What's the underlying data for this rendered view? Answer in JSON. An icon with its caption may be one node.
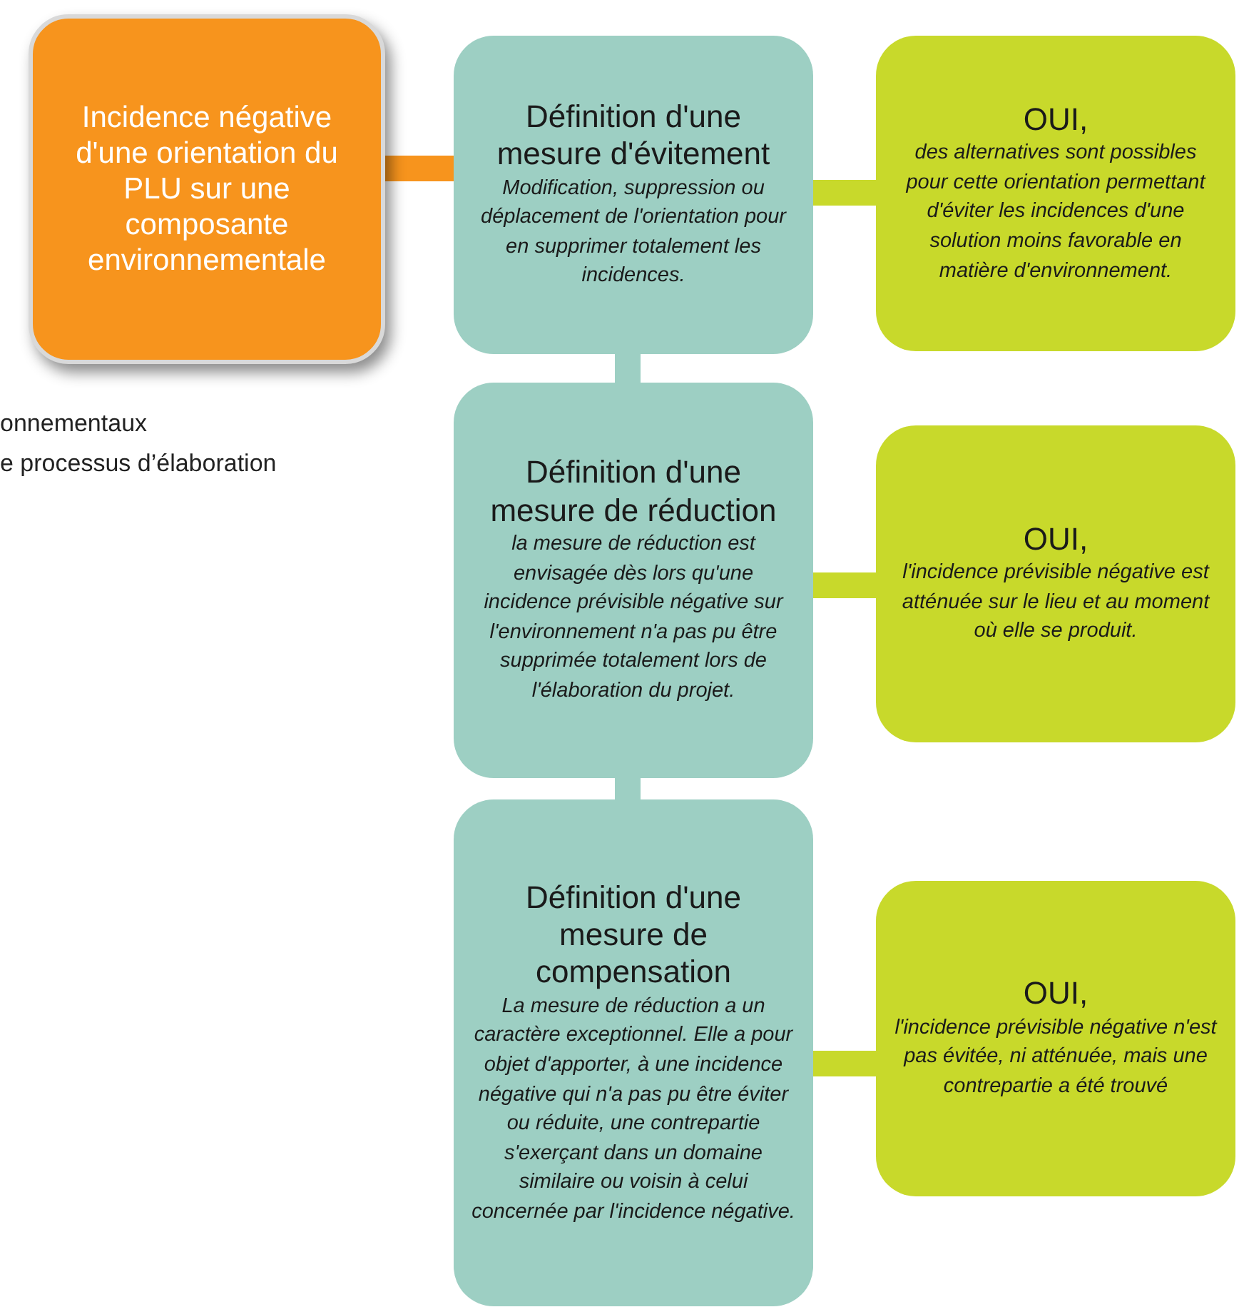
{
  "diagram": {
    "nodes": [
      {
        "text": [
          "Incidence négative d'une orientation du PLU sur une composante environnementale"
        ]
      },
      {
        "text": [
          "Définition d'une mesure d'évitement",
          "Modification, suppression ou déplacement de l'orientation pour en supprimer totalement les incidences."
        ]
      },
      {
        "text": [
          "OUI,",
          "des alternatives sont possibles pour cette orientation permettant d'éviter les incidences d'une solution moins favorable en matière d'environnement."
        ]
      },
      {
        "text": [
          "Définition d'une mesure de réduction",
          "la mesure de réduction est envisagée dès lors qu'une incidence prévisible négative sur l'environnement n'a pas pu être supprimée totalement lors de l'élaboration du projet."
        ]
      },
      {
        "text": [
          "OUI,",
          "l'incidence prévisible négative est atténuée sur le lieu et au moment où elle se produit."
        ]
      },
      {
        "text": [
          "Définition d'une mesure de compensation",
          "La mesure de réduction a un caractère exceptionnel. Elle a pour objet d'apporter, à une incidence négative qui n'a pas pu être éviter ou réduite, une contrepartie s'exerçant dans un domaine similaire ou voisin à celui concernée par l'incidence négative."
        ]
      },
      {
        "text": [
          "OUI,",
          "l'incidence prévisible négative n'est pas évitée, ni atténuée, mais une contrepartie a été trouvé"
        ]
      }
    ],
    "edges": [
      {
        "from": 0,
        "to": 1,
        "arrow": "none",
        "color": "#f7941d"
      },
      {
        "from": 1,
        "to": 2,
        "arrow": "none"
      },
      {
        "from": 1,
        "to": 3,
        "arrow": "none",
        "color": "#9dcfc3"
      },
      {
        "from": 3,
        "to": 4,
        "arrow": "none"
      },
      {
        "from": 3,
        "to": 5,
        "arrow": "none",
        "color": "#9dcfc3"
      },
      {
        "from": 5,
        "to": 6,
        "arrow": "none"
      }
    ],
    "labels": [
      "onnementaux",
      "e processus d’élaboration"
    ]
  }
}
